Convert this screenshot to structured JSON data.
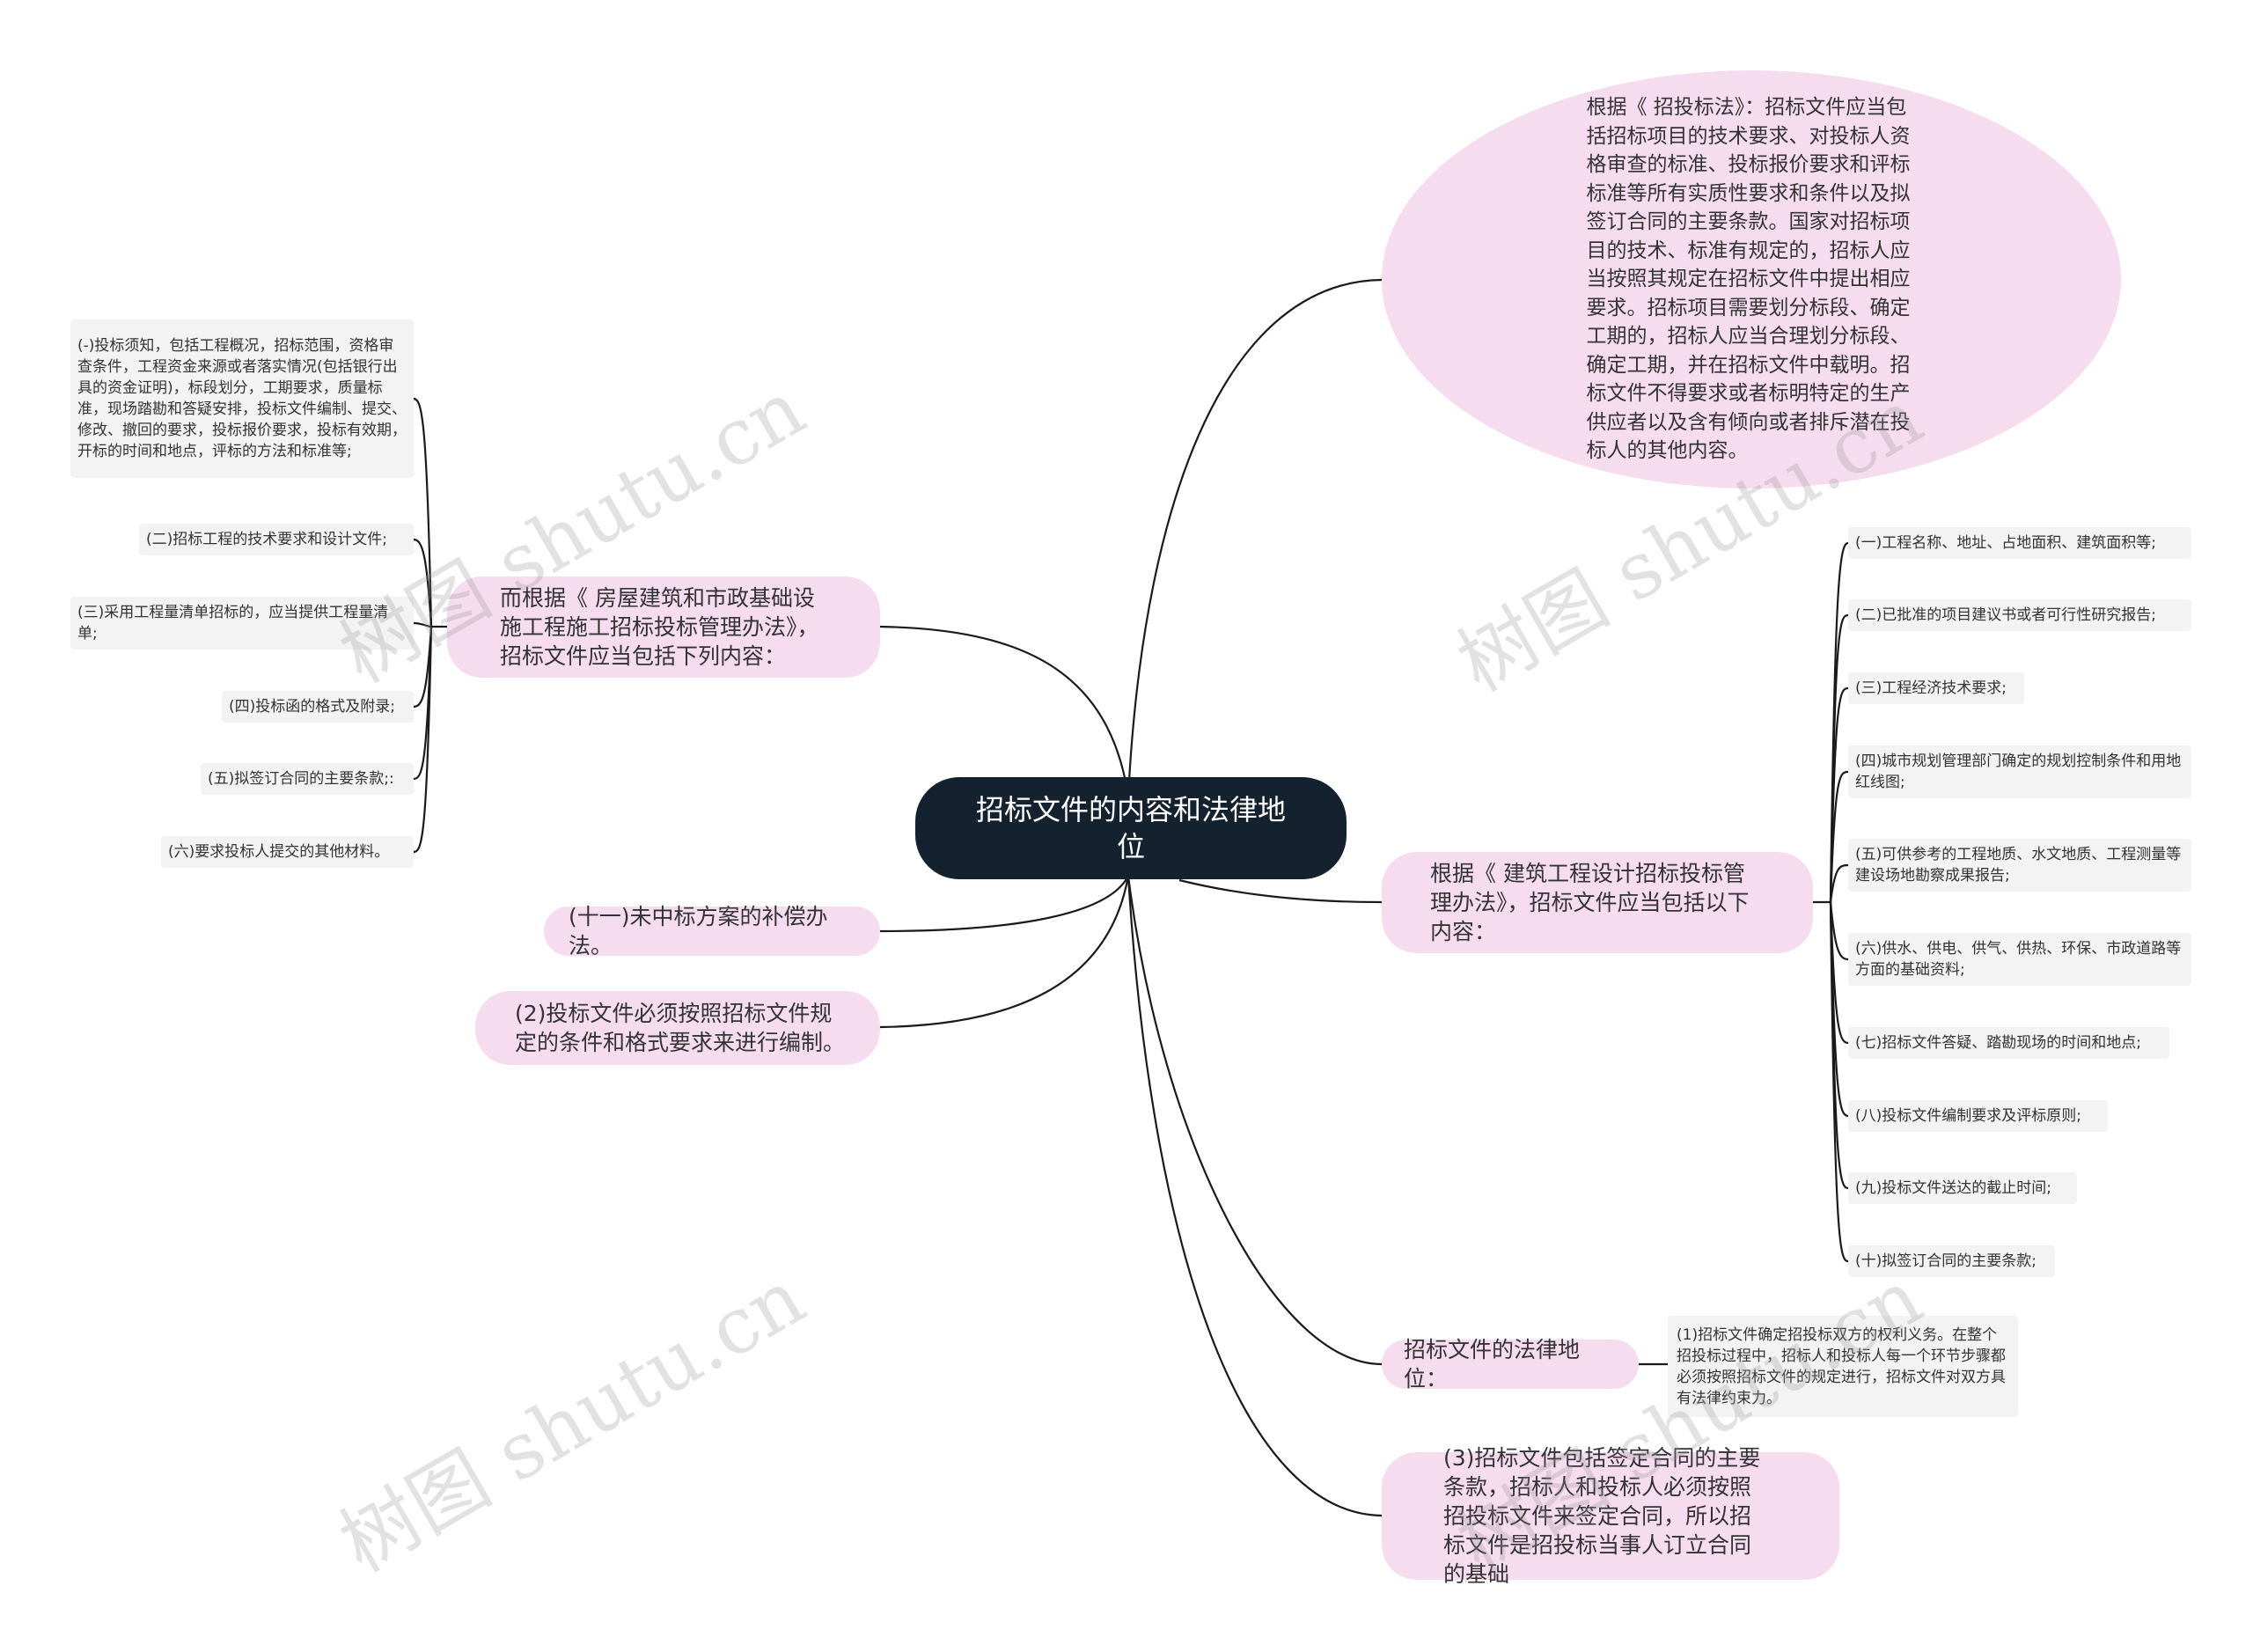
{
  "center": {
    "title": "招标文件的内容和法律地位"
  },
  "right": {
    "zhaotoubiao_law": "根据《 招投标法》：招标文件应当包括招标项目的技术要求、对投标人资格审查的标准、投标报价要求和评标标准等所有实质性要求和条件以及拟签订合同的主要条款。国家对招标项目的技术、标准有规定的，招标人应当按照其规定在招标文件中提出相应要求。招标项目需要划分标段、确定工期的，招标人应当合理划分标段、确定工期，并在招标文件中载明。招标文件不得要求或者标明特定的生产供应者以及含有倾向或者排斥潜在投标人的其他内容。",
    "design_measures": {
      "label": "根据《 建筑工程设计招标投标管理办法》，招标文件应当包括以下内容：",
      "items": [
        "(一)工程名称、地址、占地面积、建筑面积等;",
        "(二)已批准的项目建议书或者可行性研究报告;",
        "(三)工程经济技术要求;",
        "(四)城市规划管理部门确定的规划控制条件和用地红线图;",
        "(五)可供参考的工程地质、水文地质、工程测量等建设场地勘察成果报告;",
        "(六)供水、供电、供气、供热、环保、市政道路等方面的基础资料;",
        "(七)招标文件答疑、踏勘现场的时间和地点;",
        "(八)投标文件编制要求及评标原则;",
        "(九)投标文件送达的截止时间;",
        "(十)拟签订合同的主要条款;"
      ]
    },
    "legal_status": {
      "label": "招标文件的法律地位：",
      "detail": "(1)招标文件确定招投标双方的权利义务。在整个招投标过程中，招标人和投标人每一个环节步骤都必须按照招标文件的规定进行，招标文件对双方具有法律约束力。"
    },
    "contract_basis": "(3)招标文件包括签定合同的主要条款，招标人和投标人必须按照招投标文件来签定合同，所以招标文件是招投标当事人订立合同的基础"
  },
  "left": {
    "housing_measures": {
      "label": "而根据《 房屋建筑和市政基础设施工程施工招标投标管理办法》，招标文件应当包括下列内容：",
      "items": [
        "(-)投标须知，包括工程概况，招标范围，资格审查条件，工程资金来源或者落实情况(包括银行出具的资金证明)，标段划分，工期要求，质量标准，现场踏勘和答疑安排，投标文件编制、提交、修改、撤回的要求，投标报价要求，投标有效期，开标的时间和地点，评标的方法和标准等;",
        "(二)招标工程的技术要求和设计文件;",
        "(三)采用工程量清单招标的，应当提供工程量清单;",
        "(四)投标函的格式及附录;",
        "(五)拟签订合同的主要条款;:",
        "(六)要求投标人提交的其他材料。"
      ]
    },
    "compensation": "(十一)未中标方案的补偿办法。",
    "format_req": "(2)投标文件必须按照招标文件规定的条件和格式要求来进行编制。"
  },
  "watermark": "树图 shutu.cn",
  "colors": {
    "center_bg": "#14222f",
    "node_bg": "#f6dcef",
    "leaf_bg": "#f3f3f3",
    "line": "#1a1a1a"
  }
}
